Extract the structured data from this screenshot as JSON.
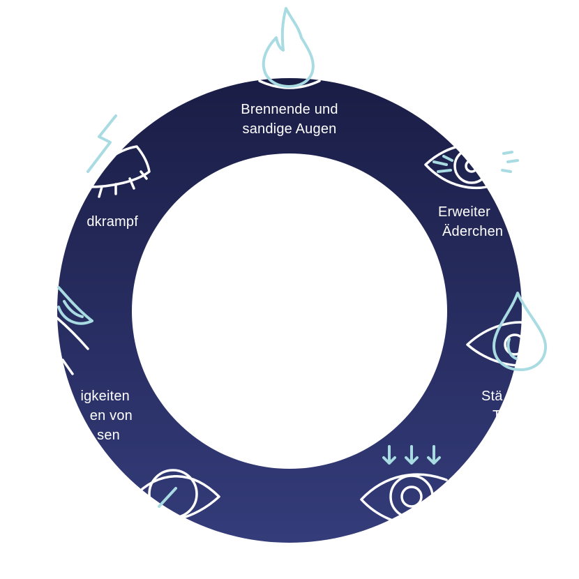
{
  "diagram": {
    "colors": {
      "ring_top": "#1a1d45",
      "ring_bottom": "#343c7a",
      "icon_white": "#ffffff",
      "icon_teal": "#a9dbe2",
      "background": "#ffffff"
    },
    "segments": [
      {
        "id": "brennende",
        "line1": "Brennende und",
        "line2": "sandige Augen",
        "icon": "flame-eye-icon"
      },
      {
        "id": "aederchen",
        "line1": "Erweiter",
        "line2": "Äderchen",
        "icon": "eye-veins-icon"
      },
      {
        "id": "traenen",
        "line1": "Stä",
        "line2": "T",
        "icon": "teardrop-eye-icon"
      },
      {
        "id": "lichtempfindlich",
        "line1": "",
        "line2": "",
        "icon": "eye-arrows-icon"
      },
      {
        "id": "kratzen",
        "line1": "",
        "line2": "",
        "icon": "eye-scratch-icon"
      },
      {
        "id": "linsen",
        "line1": "igkeiten",
        "line2": "en von",
        "line3": "sen",
        "icon": "contact-lens-icon"
      },
      {
        "id": "lidkrampf",
        "line1": "dkrampf",
        "line2": "",
        "icon": "eyelid-spasm-icon"
      }
    ]
  }
}
